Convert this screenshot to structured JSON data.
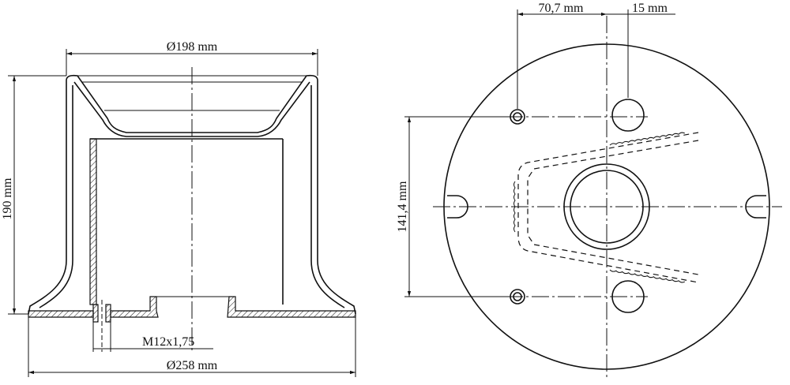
{
  "side_view": {
    "dim_top_diameter": "Ø198 mm",
    "dim_height": "190 mm",
    "dim_thread": "M12x1,75",
    "dim_base_diameter": "Ø258 mm"
  },
  "top_view": {
    "dim_bolt_offset_x": "70,7 mm",
    "dim_hole_offset": "15 mm",
    "dim_bolt_spacing_y": "141,4 mm"
  }
}
